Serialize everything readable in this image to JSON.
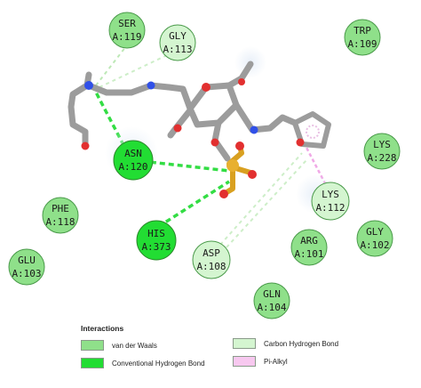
{
  "colors": {
    "van_der_waals": "#8fe08a",
    "conventional_h_bond": "#22dd33",
    "carbon_h_bond": "#d4f5d0",
    "pi_alkyl": "#f7c8ef",
    "ring_border": "#4a9a4a",
    "ligand_stick": "#9c9c9c"
  },
  "residues": [
    {
      "id": "ser119",
      "line1": "SER",
      "line2": "A:119",
      "type": "van_der_waals"
    },
    {
      "id": "gly113",
      "line1": "GLY",
      "line2": "A:113",
      "type": "carbon_h_bond"
    },
    {
      "id": "trp109",
      "line1": "TRP",
      "line2": "A:109",
      "type": "van_der_waals"
    },
    {
      "id": "asn120",
      "line1": "ASN",
      "line2": "A:120",
      "type": "conventional_h_bond"
    },
    {
      "id": "lys228",
      "line1": "LYS",
      "line2": "A:228",
      "type": "van_der_waals"
    },
    {
      "id": "lys112",
      "line1": "LYS",
      "line2": "A:112",
      "type": "carbon_h_bond"
    },
    {
      "id": "phe118",
      "line1": "PHE",
      "line2": "A:118",
      "type": "van_der_waals"
    },
    {
      "id": "his373",
      "line1": "HIS",
      "line2": "A:373",
      "type": "conventional_h_bond"
    },
    {
      "id": "asp108",
      "line1": "ASP",
      "line2": "A:108",
      "type": "carbon_h_bond"
    },
    {
      "id": "arg101",
      "line1": "ARG",
      "line2": "A:101",
      "type": "van_der_waals"
    },
    {
      "id": "gly102",
      "line1": "GLY",
      "line2": "A:102",
      "type": "van_der_waals"
    },
    {
      "id": "glu103",
      "line1": "GLU",
      "line2": "A:103",
      "type": "van_der_waals"
    },
    {
      "id": "gln104",
      "line1": "GLN",
      "line2": "A:104",
      "type": "van_der_waals"
    }
  ],
  "legend": {
    "title": "Interactions",
    "items": [
      {
        "key": "van_der_waals",
        "label": "van der Waals"
      },
      {
        "key": "conventional_h_bond",
        "label": "Conventional Hydrogen Bond"
      },
      {
        "key": "carbon_h_bond",
        "label": "Carbon Hydrogen Bond"
      },
      {
        "key": "pi_alkyl",
        "label": "Pi-Alkyl"
      }
    ]
  }
}
